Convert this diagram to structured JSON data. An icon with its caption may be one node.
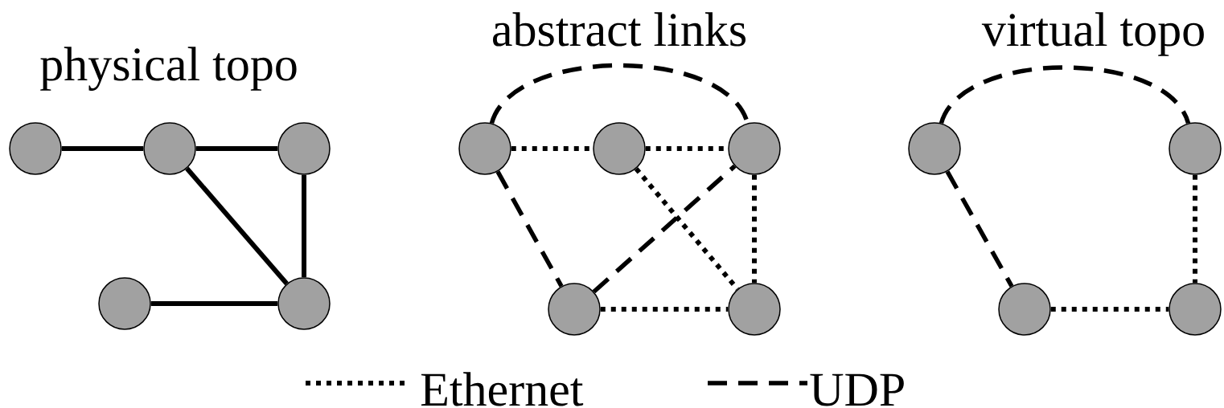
{
  "diagram": {
    "nodes": [
      {
        "text": [],
        "shape": "circle"
      },
      {
        "text": [],
        "shape": "circle"
      },
      {
        "text": [],
        "shape": "circle"
      },
      {
        "text": [],
        "shape": "circle"
      },
      {
        "text": [],
        "shape": "circle"
      },
      {
        "text": [],
        "shape": "circle"
      },
      {
        "text": [],
        "shape": "circle"
      },
      {
        "text": [],
        "shape": "circle"
      },
      {
        "text": [],
        "shape": "circle"
      },
      {
        "text": [],
        "shape": "circle"
      },
      {
        "text": [],
        "shape": "circle"
      },
      {
        "text": [],
        "shape": "circle"
      },
      {
        "text": [],
        "shape": "circle"
      },
      {
        "text": [],
        "shape": "circle"
      }
    ],
    "edges": [
      {
        "from": 0,
        "to": 1,
        "arrow": "none"
      },
      {
        "from": 1,
        "to": 2,
        "arrow": "none"
      },
      {
        "from": 1,
        "to": 4,
        "arrow": "none"
      },
      {
        "from": 2,
        "to": 4,
        "arrow": "none"
      },
      {
        "from": 3,
        "to": 4,
        "arrow": "none"
      },
      {
        "from": 5,
        "to": 7,
        "arrow": "none",
        "style": "dashed"
      },
      {
        "from": 5,
        "to": 6,
        "arrow": "none",
        "style": "dashed"
      },
      {
        "from": 6,
        "to": 7,
        "arrow": "none",
        "style": "dashed"
      },
      {
        "from": 5,
        "to": 8,
        "arrow": "none",
        "style": "dashed"
      },
      {
        "from": 8,
        "to": 7,
        "arrow": "none",
        "style": "dashed"
      },
      {
        "from": 6,
        "to": 9,
        "arrow": "none",
        "style": "dashed"
      },
      {
        "from": 7,
        "to": 9,
        "arrow": "none",
        "style": "dashed"
      },
      {
        "from": 8,
        "to": 9,
        "arrow": "none",
        "style": "dashed"
      },
      {
        "from": 10,
        "to": 11,
        "arrow": "none",
        "style": "dashed"
      },
      {
        "from": 10,
        "to": 12,
        "arrow": "none",
        "style": "dashed"
      },
      {
        "from": 11,
        "to": 13,
        "arrow": "none",
        "style": "dashed"
      },
      {
        "from": 12,
        "to": 13,
        "arrow": "none",
        "style": "dashed"
      }
    ],
    "labels": [
      "physical topo",
      "abstract links",
      "virtual topo"
    ],
    "legend": [
      {
        "text": "Ethernet"
      },
      {
        "text": "UDP"
      }
    ]
  }
}
